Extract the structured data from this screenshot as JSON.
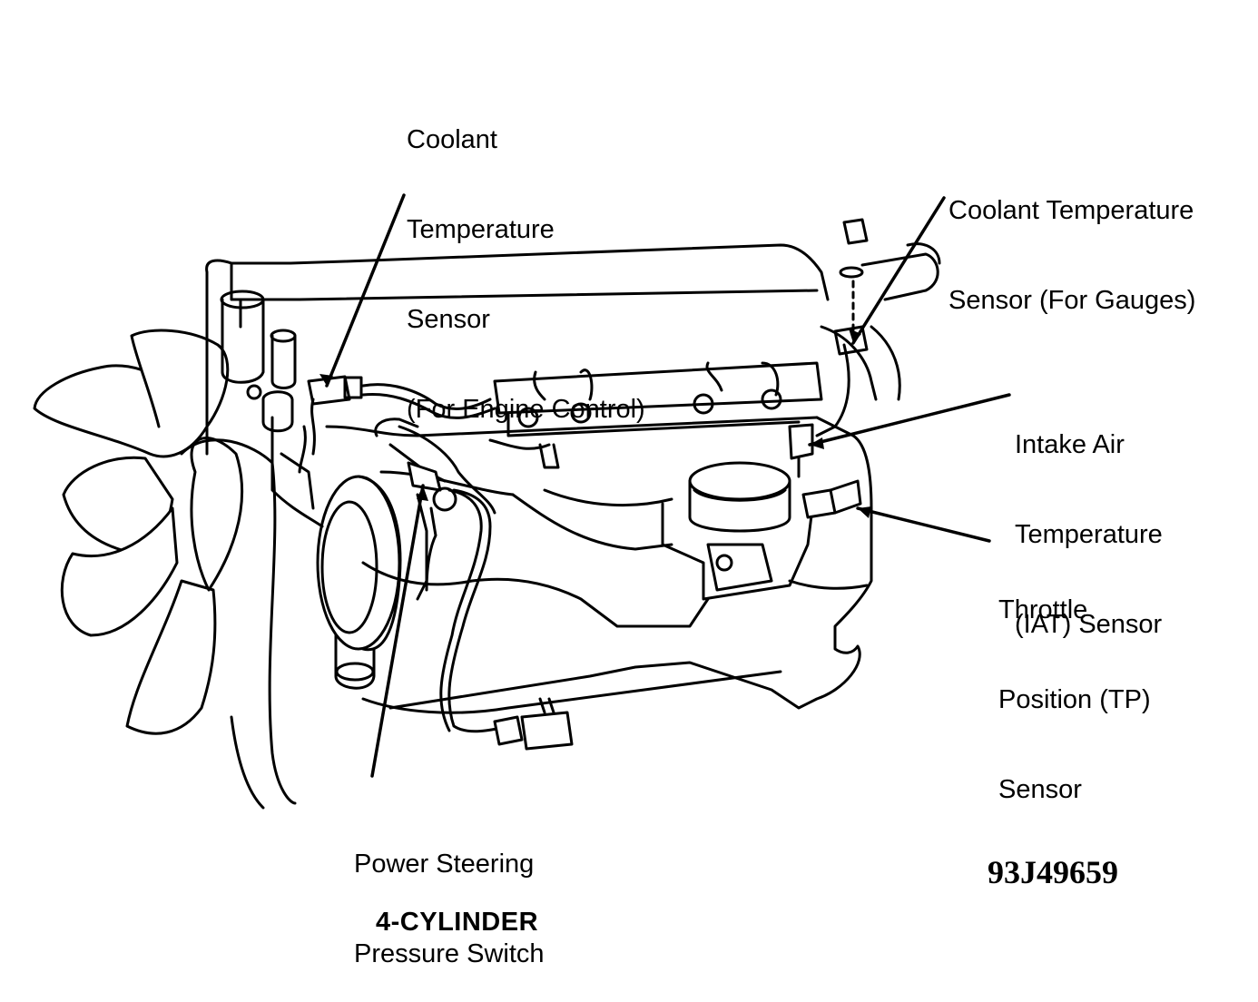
{
  "callouts": {
    "coolant_engine": [
      "Coolant",
      "Temperature",
      "Sensor",
      "(For Engine Control)"
    ],
    "coolant_gauges": [
      "Coolant Temperature",
      "Sensor (For Gauges)"
    ],
    "iat": [
      "Intake Air",
      "Temperature",
      "(IAT) Sensor"
    ],
    "tp": [
      "Throttle",
      "Position (TP)",
      "Sensor"
    ],
    "ps_switch": [
      "Power Steering",
      "Pressure Switch"
    ]
  },
  "figure_code": "93J49659",
  "caption": "4-CYLINDER"
}
